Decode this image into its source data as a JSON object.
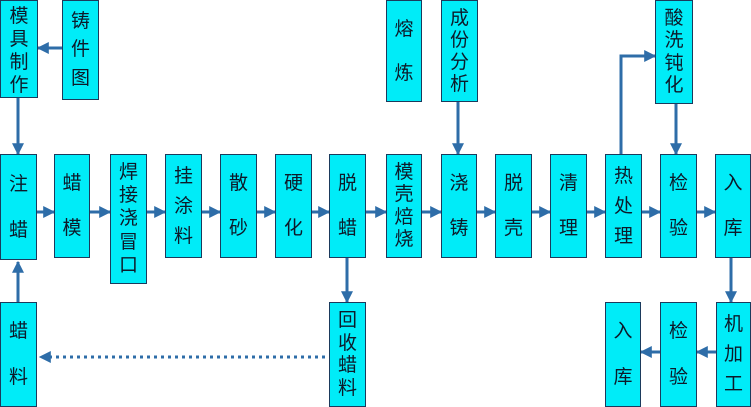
{
  "colors": {
    "box_fill": "#00ecf8",
    "box_border": "#1b3a5c",
    "arrow": "#2e6da8",
    "text": "#0d1a2a"
  },
  "boxes": {
    "mold_making": {
      "label": "模具制作"
    },
    "casting_drawing": {
      "label": "铸件图"
    },
    "melting": {
      "label": "熔炼"
    },
    "composition": {
      "label": "成份分析"
    },
    "pickling": {
      "label": "酸洗钝化"
    },
    "wax_injection": {
      "label": "注蜡"
    },
    "wax_pattern": {
      "label": "蜡模"
    },
    "weld_gate": {
      "label": "焊接浇冒口"
    },
    "coating": {
      "label": "挂涂料"
    },
    "sanding": {
      "label": "散砂"
    },
    "hardening": {
      "label": "硬化"
    },
    "dewaxing": {
      "label": "脱蜡"
    },
    "shell_roasting": {
      "label": "模壳焙烧"
    },
    "pouring": {
      "label": "浇铸"
    },
    "shell_removal": {
      "label": "脱壳"
    },
    "cleaning": {
      "label": "清理"
    },
    "heat_treatment": {
      "label": "热处理"
    },
    "inspection": {
      "label": "检验"
    },
    "warehousing": {
      "label": "入库"
    },
    "wax_material": {
      "label": "蜡料"
    },
    "wax_recovery": {
      "label": "回收蜡料"
    },
    "machining": {
      "label": "机加工"
    },
    "inspection_2": {
      "label": "检验"
    },
    "warehousing_2": {
      "label": "入库"
    }
  }
}
